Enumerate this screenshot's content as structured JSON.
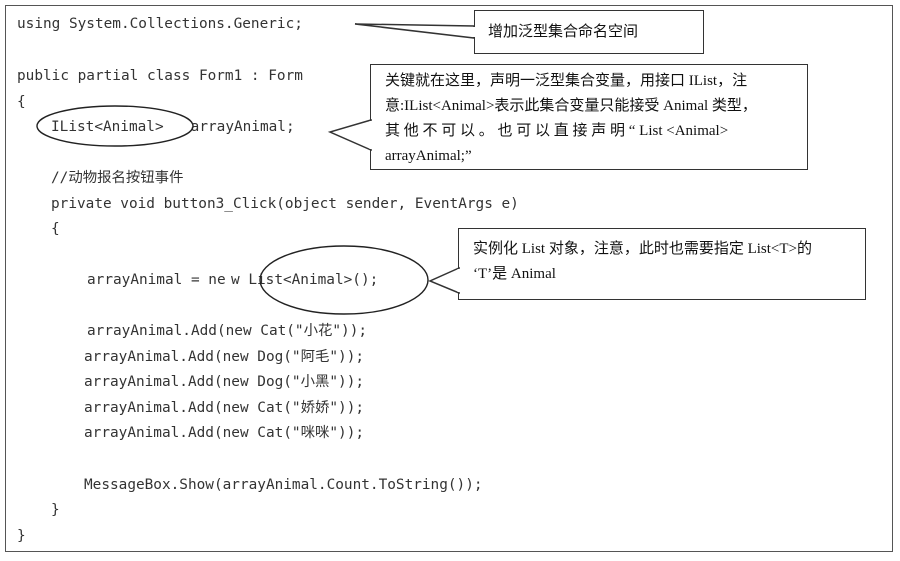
{
  "code": {
    "line1": "using System.Collections.Generic;",
    "line2": "public partial class Form1 : Form",
    "line3": "{",
    "line4_a": "IList<Animal>",
    "line4_b": " arrayAnimal;",
    "line5": "//动物报名按钮事件",
    "line6": "private void button3_Click(object sender, EventArgs e)",
    "line7": "{",
    "line8_a": "arrayAnimal = ne",
    "line8_b": "w List<Animal>();",
    "line9": "arrayAnimal.Add(new Cat(\"小花\"));",
    "line10": "arrayAnimal.Add(new Dog(\"阿毛\"));",
    "line11": "arrayAnimal.Add(new Dog(\"小黑\"));",
    "line12": "arrayAnimal.Add(new Cat(\"娇娇\"));",
    "line13": "arrayAnimal.Add(new Cat(\"咪咪\"));",
    "line14": "MessageBox.Show(arrayAnimal.Count.ToString());",
    "line15": "}",
    "line16": "}"
  },
  "callouts": {
    "namespace": "增加泛型集合命名空间",
    "declare_1": "关键就在这里，声明一泛型集合变量，用接口 IList，注",
    "declare_2": "意:IList<Animal>表示此集合变量只能接受 Animal 类型，",
    "declare_3": "其 他 不 可 以 。 也 可 以 直 接 声 明 “ List <Animal>",
    "declare_4": "arrayAnimal;”",
    "instantiate_1": "实例化 List 对象，注意，此时也需要指定 List<T>的",
    "instantiate_2": "‘T’是 Animal"
  }
}
